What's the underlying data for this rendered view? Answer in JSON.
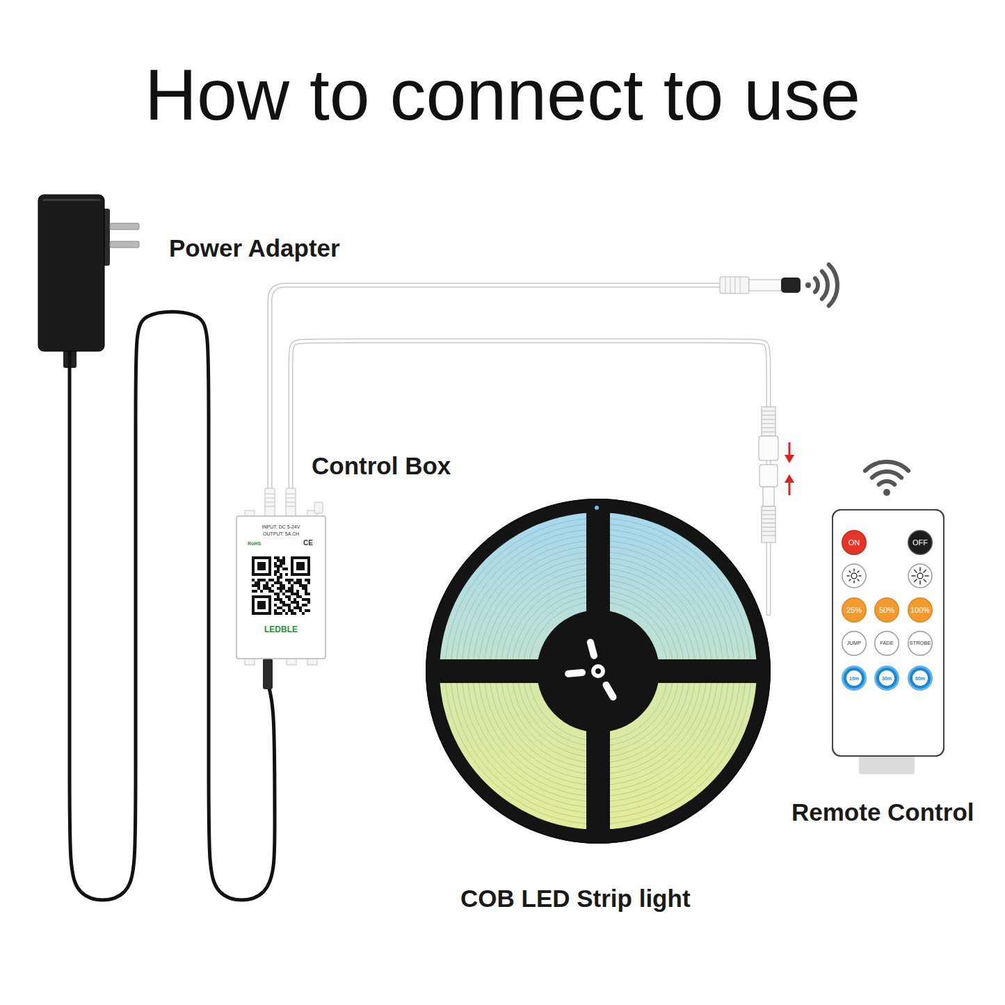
{
  "diagram": {
    "title": "How to connect to use",
    "nodes": [
      {
        "text": [
          "Power Adapter"
        ]
      },
      {
        "text": [
          "Control Box",
          "INPUT: DC 5-24V",
          "OUTPUT: 5A CH",
          "RoHS",
          "CE",
          "LEDBLE"
        ]
      },
      {
        "text": [
          "COB LED Strip light"
        ]
      },
      {
        "text": [
          "Remote Control"
        ]
      },
      {
        "text": [
          "ON"
        ],
        "in": 3
      },
      {
        "text": [
          "OFF"
        ],
        "in": 3
      },
      {
        "text": [
          "25%"
        ],
        "in": 3
      },
      {
        "text": [
          "50%"
        ],
        "in": 3
      },
      {
        "text": [
          "100%"
        ],
        "in": 3
      },
      {
        "text": [
          "JUMP"
        ],
        "in": 3
      },
      {
        "text": [
          "FADE"
        ],
        "in": 3
      },
      {
        "text": [
          "STROBE"
        ],
        "in": 3
      },
      {
        "text": [
          "10m"
        ],
        "in": 3
      },
      {
        "text": [
          "30m"
        ],
        "in": 3
      },
      {
        "text": [
          "60m"
        ],
        "in": 3
      }
    ],
    "edges": [
      {
        "from": 0,
        "to": 1,
        "arrow": "none"
      },
      {
        "from": 1,
        "to": 2,
        "arrow": "none"
      }
    ]
  }
}
